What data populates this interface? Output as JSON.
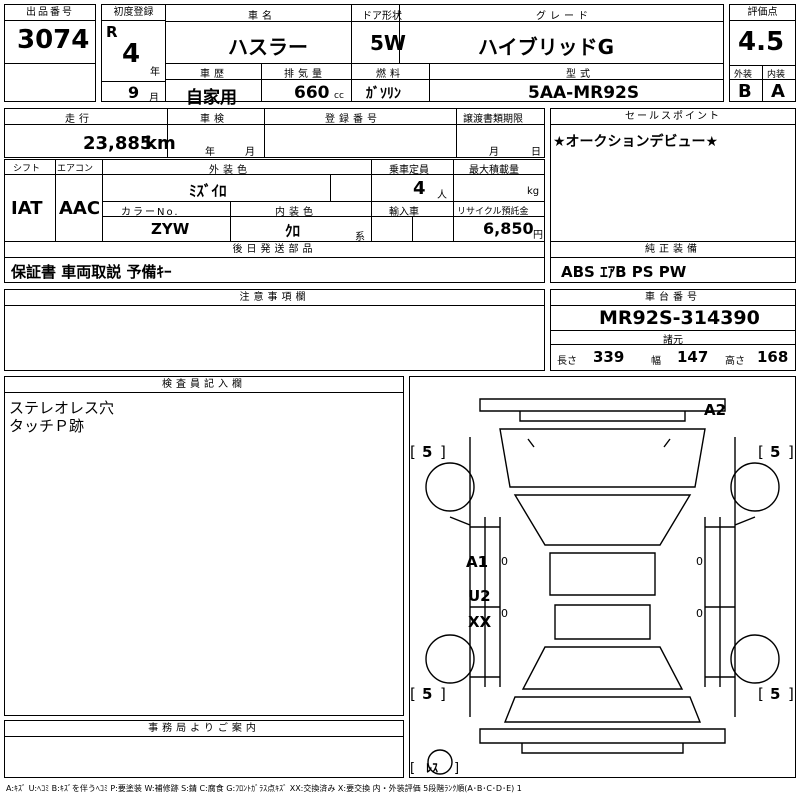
{
  "lot": {
    "label": "出品番号",
    "value": "3074"
  },
  "first_reg": {
    "label": "初度登録",
    "era": "R",
    "year": "4",
    "year_unit": "年",
    "month": "9",
    "month_unit": "月"
  },
  "car_name": {
    "label": "車名",
    "value": "ハスラー"
  },
  "door": {
    "label": "ドア形状",
    "value": "5W"
  },
  "grade": {
    "label": "グレード",
    "value": "ハイブリッドG"
  },
  "score": {
    "label": "評価点",
    "value": "4.5",
    "ext_label": "外装",
    "int_label": "内装",
    "ext": "B",
    "int": "A"
  },
  "history": {
    "label": "車歴",
    "value": "自家用"
  },
  "displacement": {
    "label": "排気量",
    "value": "660",
    "unit": "cc"
  },
  "fuel": {
    "label": "燃料",
    "value": "ｶﾞｿﾘﾝ"
  },
  "model": {
    "label": "型式",
    "value": "5AA-MR92S"
  },
  "mileage": {
    "label": "走行",
    "value": "23,885",
    "unit": "km"
  },
  "inspection": {
    "label": "車検",
    "year_unit": "年",
    "month_unit": "月"
  },
  "reg_no": {
    "label": "登録番号"
  },
  "transfer": {
    "label": "譲渡書類期限",
    "month_unit": "月",
    "day_unit": "日"
  },
  "sales_point": {
    "label": "セールスポイント",
    "value": "★オークションデビュー★"
  },
  "shift": {
    "label": "シフト",
    "value": "IAT"
  },
  "aircon": {
    "label": "エアコン",
    "value": "AAC"
  },
  "ext_color": {
    "label": "外装色",
    "value": "ﾐｽﾞｲﾛ"
  },
  "capacity": {
    "label": "乗車定員",
    "value": "4",
    "unit": "人"
  },
  "max_load": {
    "label": "最大積載量",
    "unit": "kg"
  },
  "color_no": {
    "label": "カラーNo.",
    "value": "ZYW"
  },
  "int_color": {
    "label": "内装色",
    "value": "ｸﾛ",
    "unit": "系"
  },
  "import": {
    "label": "輸入車"
  },
  "recycle": {
    "label": "リサイクル預託金",
    "value": "6,850",
    "unit": "円"
  },
  "later_parts": {
    "label": "後日発送部品",
    "value": "保証書 車両取説 予備ｷｰ"
  },
  "equipment": {
    "label": "純正装備",
    "value": "ABS ｴｱB PS PW"
  },
  "caution": {
    "label": "注意事項欄"
  },
  "chassis": {
    "label": "車台番号",
    "value": "MR92S-314390"
  },
  "specs": {
    "label": "諸元",
    "length_label": "長さ",
    "length": "339",
    "width_label": "幅",
    "width": "147",
    "height_label": "高さ",
    "height": "168"
  },
  "inspector": {
    "label": "検査員記入欄",
    "line1": "ステレオレス穴",
    "line2": "タッチＰ跡"
  },
  "office": {
    "label": "事務局よりご案内"
  },
  "diagram": {
    "a2": "A2",
    "a1": "A1",
    "u2": "U2",
    "xx": "XX",
    "tire_fl": "5",
    "tire_fr": "5",
    "tire_rl": "5",
    "tire_rr": "5",
    "zero": "0",
    "res": "ﾚｽ"
  },
  "legend": "A:ｷｽﾞ U:ﾍｺﾐ B:ｷｽﾞを伴うﾍｺﾐ P:要塗装 W:補修跡 S:錆 C:腐食 G:ﾌﾛﾝﾄｶﾞﾗｽ点ｷｽﾞ XX:交換済み X:要交換  内・外装評価 5段階ﾗﾝｸ順(A･B･C･D･E) 1"
}
